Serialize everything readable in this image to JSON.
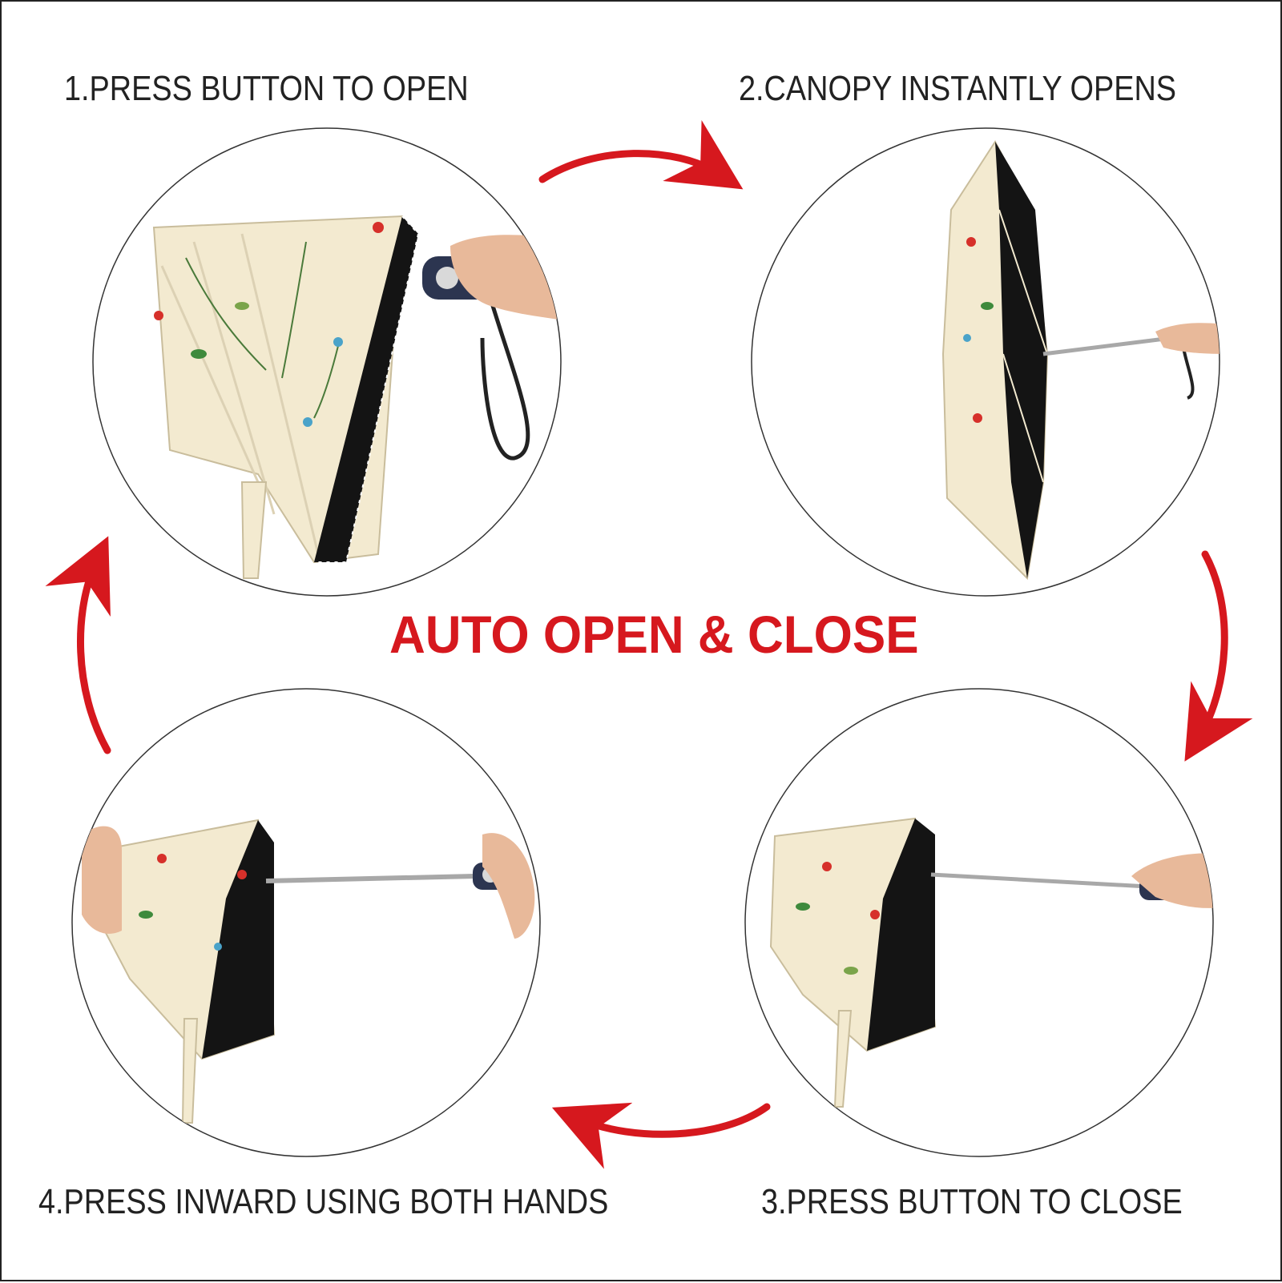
{
  "headline": "AUTO OPEN & CLOSE",
  "steps": [
    {
      "label": "1.PRESS BUTTON TO OPEN"
    },
    {
      "label": "2.CANOPY INSTANTLY OPENS"
    },
    {
      "label": "3.PRESS BUTTON TO CLOSE"
    },
    {
      "label": "4.PRESS INWARD USING BOTH HANDS"
    }
  ],
  "colors": {
    "accent_red": "#d6181e",
    "canopy_cream": "#f3ead0",
    "canopy_lining": "#141414",
    "handle_navy": "#2c3550",
    "skin": "#e8b99a",
    "shaft": "#a8a8a8"
  },
  "icons": [
    "cycle-arrow-icon",
    "umbrella-illustration",
    "hand-illustration"
  ]
}
